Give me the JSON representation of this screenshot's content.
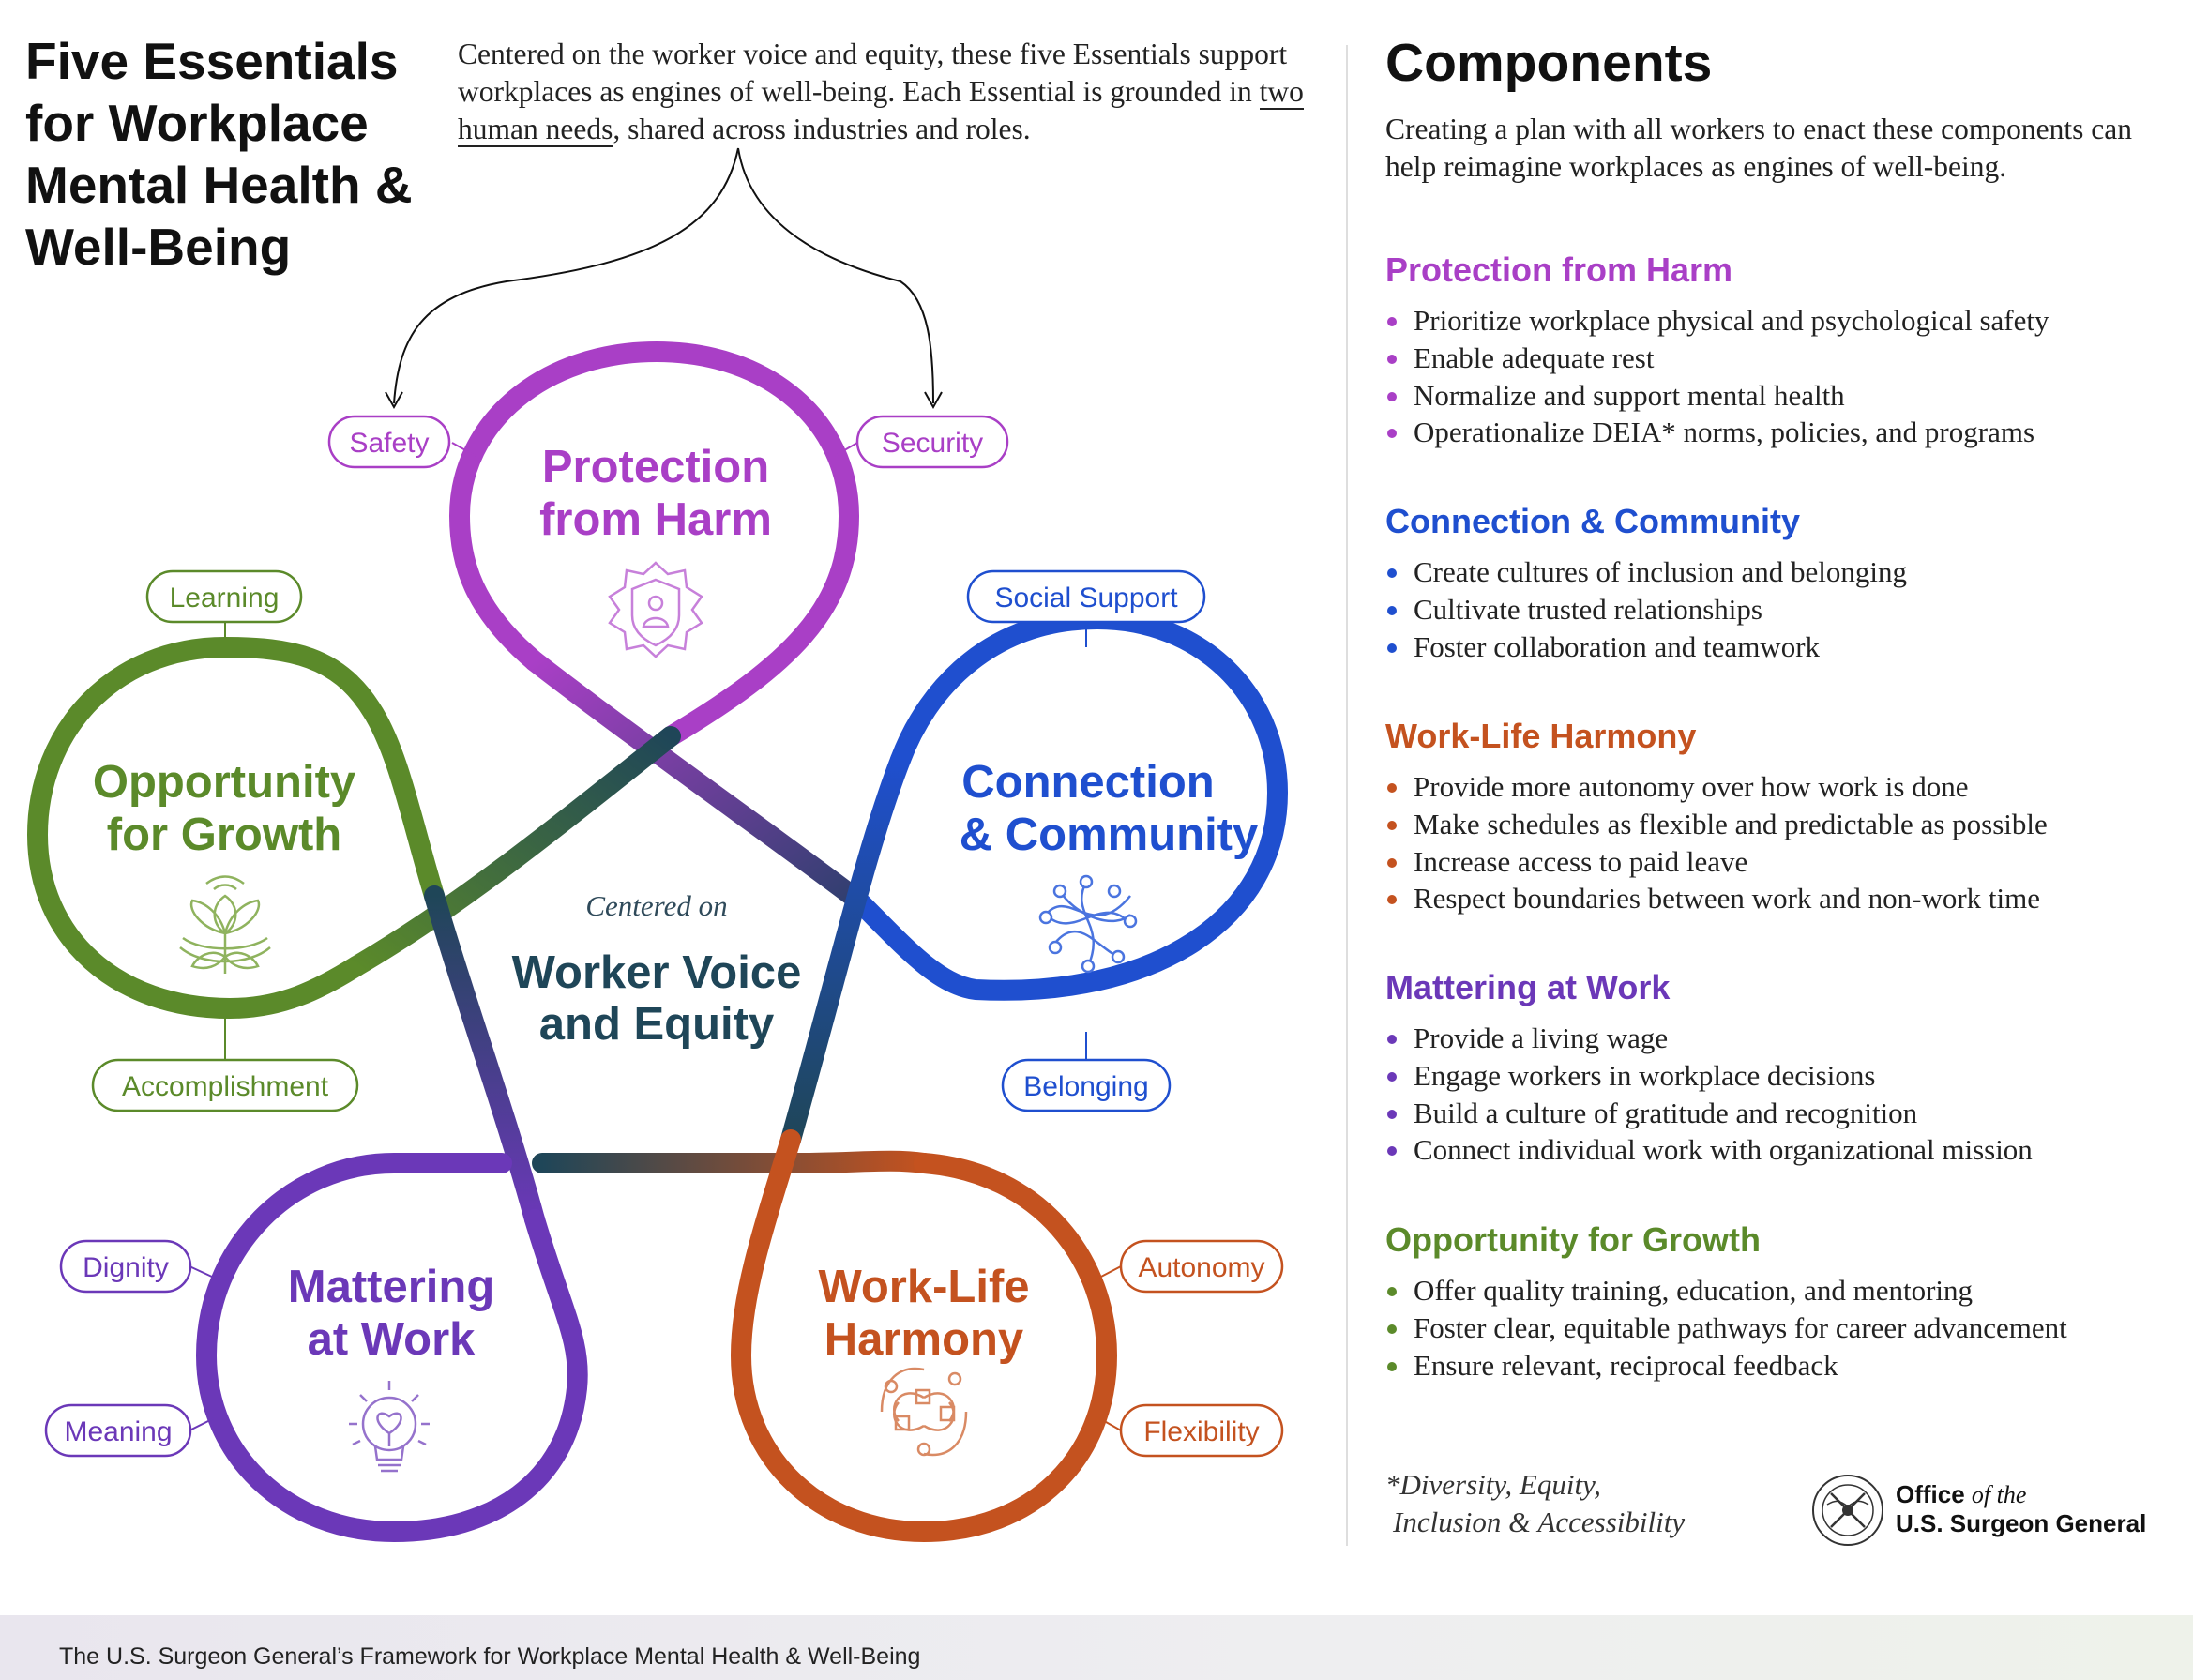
{
  "title": "Five Essentials for Workplace Mental Health & Well-Being",
  "intro": {
    "before": "Centered on the worker voice and equity, these five Essentials support workplaces as engines of well-being. Each Essential is grounded in ",
    "underline": "two human needs",
    "after": ", shared across industries and roles."
  },
  "center": {
    "kicker": "Centered on",
    "line1": "Worker Voice",
    "line2": "and Equity"
  },
  "essentials": [
    {
      "id": "protection",
      "line1": "Protection",
      "line2": "from Harm",
      "needs": [
        "Safety",
        "Security"
      ],
      "color": "#a93fc6",
      "icon": "shield-person-icon"
    },
    {
      "id": "connection",
      "line1": "Connection",
      "line2": "& Community",
      "needs": [
        "Social Support",
        "Belonging"
      ],
      "color": "#1f4fcf",
      "icon": "network-icon"
    },
    {
      "id": "worklife",
      "line1": "Work-Life",
      "line2": "Harmony",
      "needs": [
        "Autonomy",
        "Flexibility"
      ],
      "color": "#c4521f",
      "icon": "pinwheel-icon"
    },
    {
      "id": "mattering",
      "line1": "Mattering",
      "line2": "at Work",
      "needs": [
        "Dignity",
        "Meaning"
      ],
      "color": "#6b38b8",
      "icon": "lightbulb-heart-icon"
    },
    {
      "id": "growth",
      "line1": "Opportunity",
      "line2": "for Growth",
      "needs": [
        "Learning",
        "Accomplishment"
      ],
      "color": "#5b8a2a",
      "icon": "lotus-icon"
    }
  ],
  "components": {
    "heading": "Components",
    "intro": "Creating a plan with all workers to enact these components can help reimagine workplaces as engines of well-being.",
    "sections": [
      {
        "title": "Protection from Harm",
        "color": "#a93fc6",
        "items": [
          "Prioritize workplace physical and psychological safety",
          "Enable adequate rest",
          "Normalize and support mental health",
          "Operationalize DEIA* norms, policies, and programs"
        ]
      },
      {
        "title": "Connection & Community",
        "color": "#1f4fcf",
        "items": [
          "Create cultures of inclusion and belonging",
          "Cultivate trusted relationships",
          "Foster collaboration and teamwork"
        ]
      },
      {
        "title": "Work-Life Harmony",
        "color": "#c4521f",
        "items": [
          "Provide more autonomy over how work is done",
          "Make schedules as flexible and predictable as possible",
          "Increase access to paid leave",
          "Respect boundaries between work and non-work time"
        ]
      },
      {
        "title": "Mattering at Work",
        "color": "#6b38b8",
        "items": [
          "Provide a living wage",
          "Engage workers in workplace decisions",
          "Build a culture of gratitude and recognition",
          "Connect individual work with organizational mission"
        ]
      },
      {
        "title": "Opportunity for Growth",
        "color": "#5b8a2a",
        "items": [
          "Offer quality training, education, and mentoring",
          "Foster clear, equitable pathways for career advancement",
          "Ensure relevant, reciprocal feedback"
        ]
      }
    ]
  },
  "footnote": {
    "line1": "*Diversity, Equity,",
    "line2": "Inclusion & Accessibility"
  },
  "office": {
    "line1_bold": "Office",
    "line1_italic": "of the",
    "line2": "U.S. Surgeon General"
  },
  "footer": "The U.S. Surgeon General’s Framework for Workplace Mental Health & Well-Being"
}
